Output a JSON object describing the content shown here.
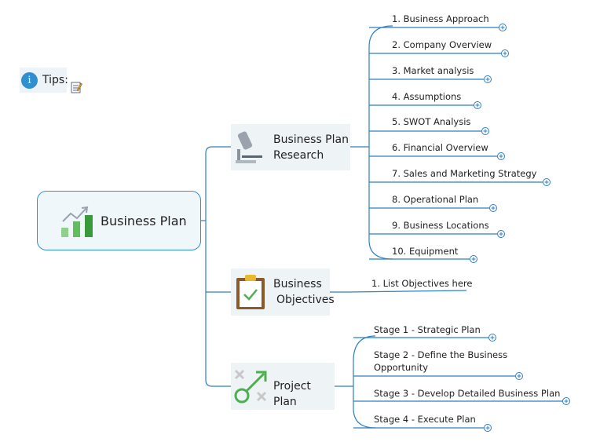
{
  "tips": {
    "label": "Tips:",
    "info_glyph": "i"
  },
  "root": {
    "label": "Business Plan"
  },
  "branches": [
    {
      "label_lines": [
        "Business Plan",
        "Research"
      ],
      "children": [
        "1. Business Approach",
        "2. Company Overview",
        "3. Market analysis",
        "4. Assumptions",
        "5. SWOT Analysis",
        "6. Financial Overview",
        "7. Sales and Marketing Strategy",
        "8. Operational Plan",
        "9. Business Locations",
        "10. Equipment"
      ]
    },
    {
      "label_lines": [
        "Business",
        "Objectives"
      ],
      "children": [
        "1. List Objectives here"
      ]
    },
    {
      "label_lines": [
        "Project Plan"
      ],
      "children": [
        "Stage 1 - Strategic Plan",
        "Stage 2 - Define the Business Opportunity",
        "Stage 3 - Develop Detailed Business Plan",
        "Stage 4 - Execute Plan"
      ]
    }
  ],
  "colors": {
    "line": "#2f7fc1",
    "accent": "#2f8fd0",
    "green": "#4caf50",
    "clipboard": "#8b5a2b"
  }
}
